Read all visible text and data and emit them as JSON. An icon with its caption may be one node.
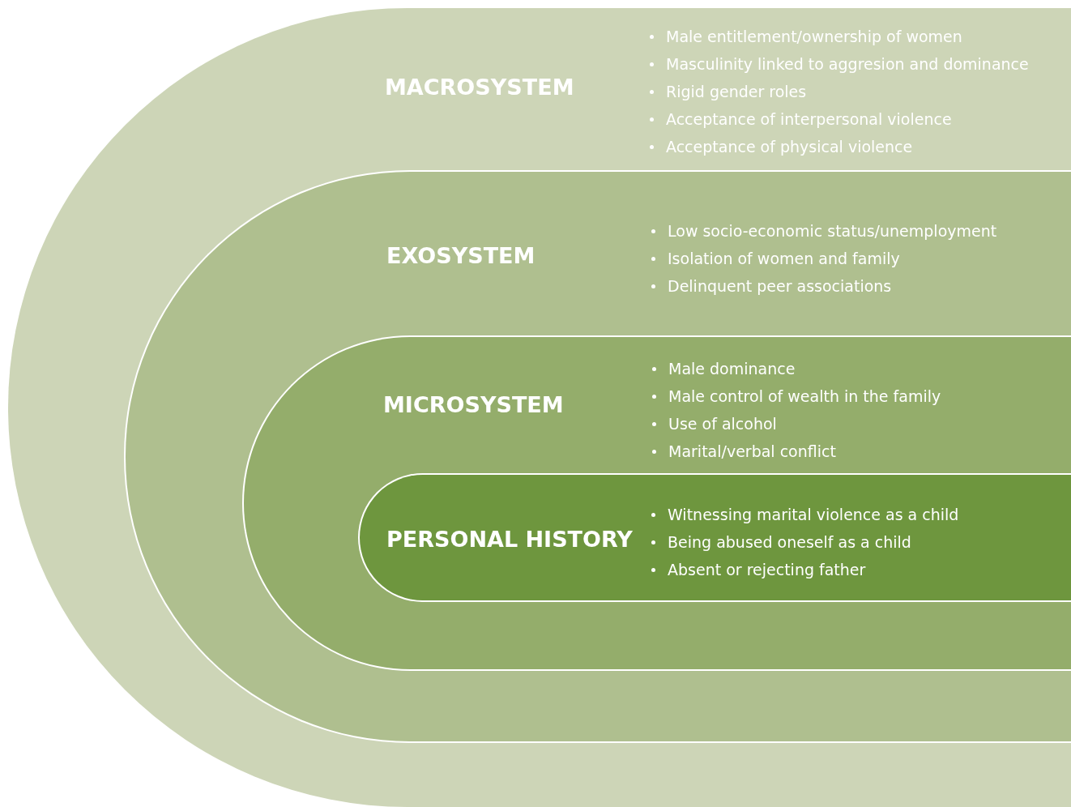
{
  "diagram": {
    "nodes": [
      {
        "text": [
          "MACROSYSTEM",
          "Male entitlement/ownership of women",
          "Masculinity linked to aggresion and dominance",
          "Rigid gender roles",
          "Acceptance of interpersonal violence",
          "Acceptance of physical violence"
        ]
      },
      {
        "text": [
          "EXOSYSTEM",
          "Low socio-economic status/unemployment",
          "Isolation of women and family",
          "Delinquent peer associations"
        ],
        "in": 0
      },
      {
        "text": [
          "MICROSYSTEM",
          "Male dominance",
          "Male control of wealth in the family",
          "Use of alcohol",
          "Marital/verbal conflict"
        ],
        "in": 1
      },
      {
        "text": [
          "PERSONAL HISTORY",
          "Witnessing marital violence as a child",
          "Being abused oneself as a child",
          "Absent or rejecting father"
        ],
        "in": 2
      }
    ]
  }
}
